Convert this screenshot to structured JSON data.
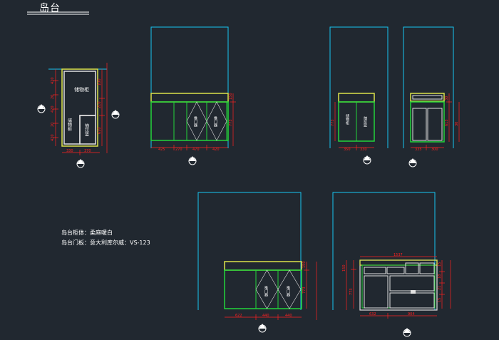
{
  "title": "岛台",
  "notes": {
    "body": "岛台柜体：柔麻暖白",
    "door": "岛台门板：意大利库尔威：VS-123"
  },
  "labels": {
    "storage_cabinet": "储物柜",
    "storage_cabinet_vertical": "储物柜",
    "drawer_basket": "抽拉篮",
    "push_door": "推门器",
    "cabinet_item_a": "储物柜",
    "cabinet_item_b": "抽拉篮"
  },
  "dims": {
    "elev1_bottom": [
      "425",
      "270",
      "470",
      "420"
    ],
    "elev2_bottom": [
      "350",
      "330"
    ],
    "elev3_bottom": [
      "335",
      "300"
    ],
    "elev4_bottom": [
      "622",
      "440",
      "440"
    ],
    "elev5_top": "1537",
    "elev5_bottom": [
      "632",
      "904"
    ],
    "elev5_left": [
      "150",
      "773"
    ],
    "elev5_right": [
      "15",
      "18",
      "21",
      "15"
    ],
    "plan_left": [
      "420",
      "20",
      "420",
      "20",
      "420"
    ],
    "plan_bottom": [
      "330",
      "370"
    ],
    "plan_right": [
      "100",
      "210",
      "610"
    ],
    "elev1_right": [
      "150",
      "773"
    ],
    "elev2_left": "773",
    "elev3_right": [
      "30",
      "613",
      "30"
    ],
    "elev4_right": [
      "150",
      "773"
    ]
  },
  "colors": {
    "background": "#212830",
    "frame": "#16c6f2",
    "cabinet": "#22d43a",
    "countertop": "#dce24a",
    "dimension": "#ff2020",
    "text": "#ffffff",
    "panel": "#d8d8d8"
  }
}
